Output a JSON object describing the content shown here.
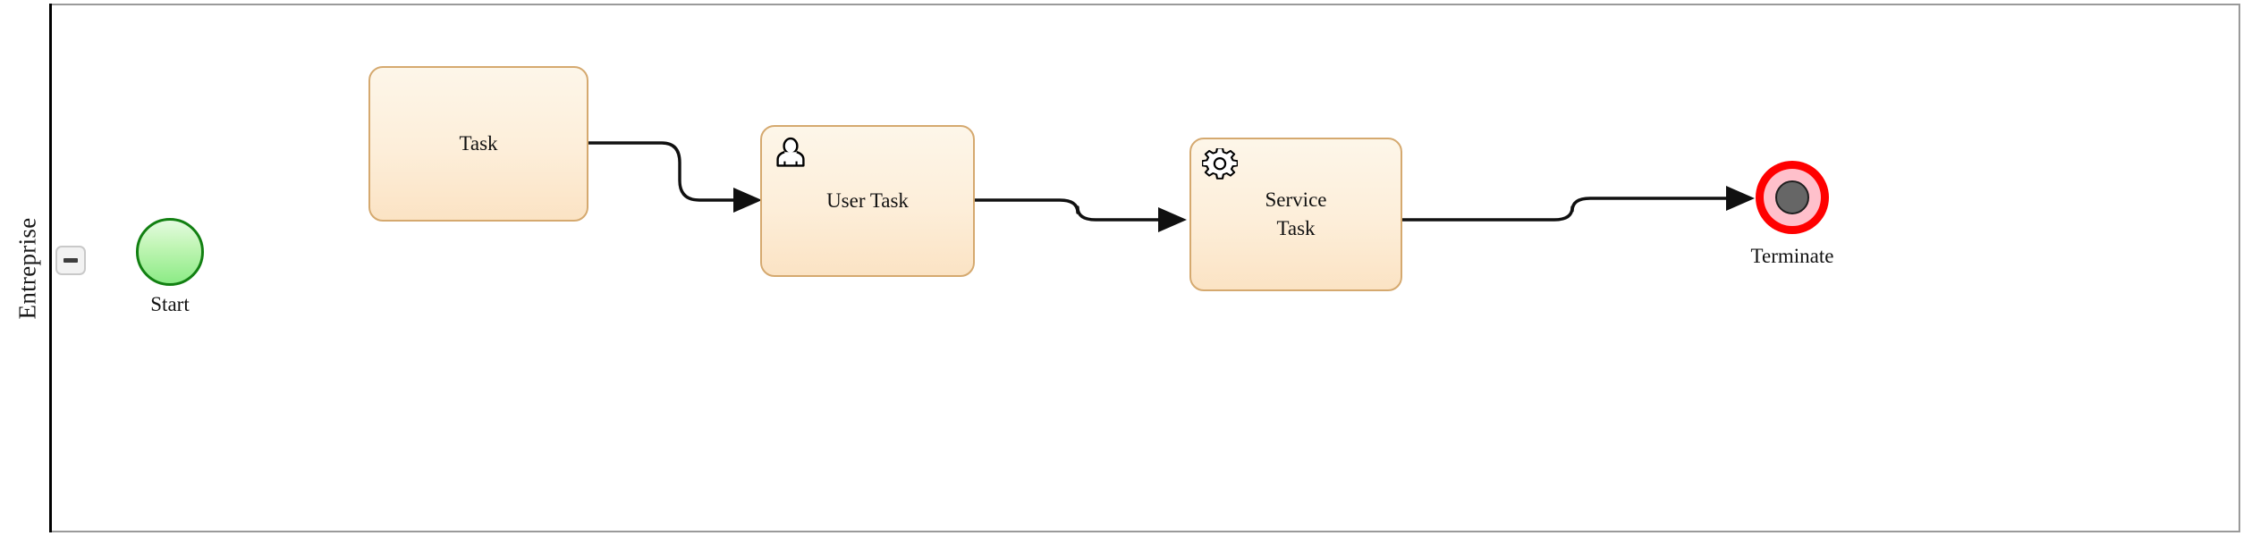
{
  "diagram": {
    "type": "bpmn-process",
    "pool": {
      "lane_label": "Entreprise",
      "collapse_button_icon": "minus-icon",
      "border_color": "#000000",
      "background": "#ffffff"
    },
    "colors": {
      "task_fill": "#fdeed9",
      "task_border": "#d5a96f",
      "start_fill": "#a9f19e",
      "start_border": "#128012",
      "end_ring": "#ff0000",
      "end_inner": "#ffc0cb",
      "end_core": "#666666",
      "flow_stroke": "#101010"
    },
    "nodes": [
      {
        "id": "start",
        "kind": "start-event",
        "label": "Start",
        "label_position": "below",
        "icon": "none"
      },
      {
        "id": "task",
        "kind": "task",
        "label": "Task",
        "icon": "none"
      },
      {
        "id": "user-task",
        "kind": "user-task",
        "label": "User Task",
        "icon": "user-icon"
      },
      {
        "id": "service-task",
        "kind": "service-task",
        "label": "Service Task",
        "label_line1": "Service",
        "label_line2": "Task",
        "icon": "gear-icon"
      },
      {
        "id": "terminate",
        "kind": "terminate-end-event",
        "label": "Terminate",
        "label_position": "below",
        "icon": "terminate-icon"
      }
    ],
    "flows": [
      {
        "id": "flow-1",
        "from": "task",
        "to": "user-task",
        "style": "sequence-flow"
      },
      {
        "id": "flow-2",
        "from": "user-task",
        "to": "service-task",
        "style": "sequence-flow"
      },
      {
        "id": "flow-3",
        "from": "service-task",
        "to": "terminate",
        "style": "sequence-flow"
      }
    ]
  }
}
